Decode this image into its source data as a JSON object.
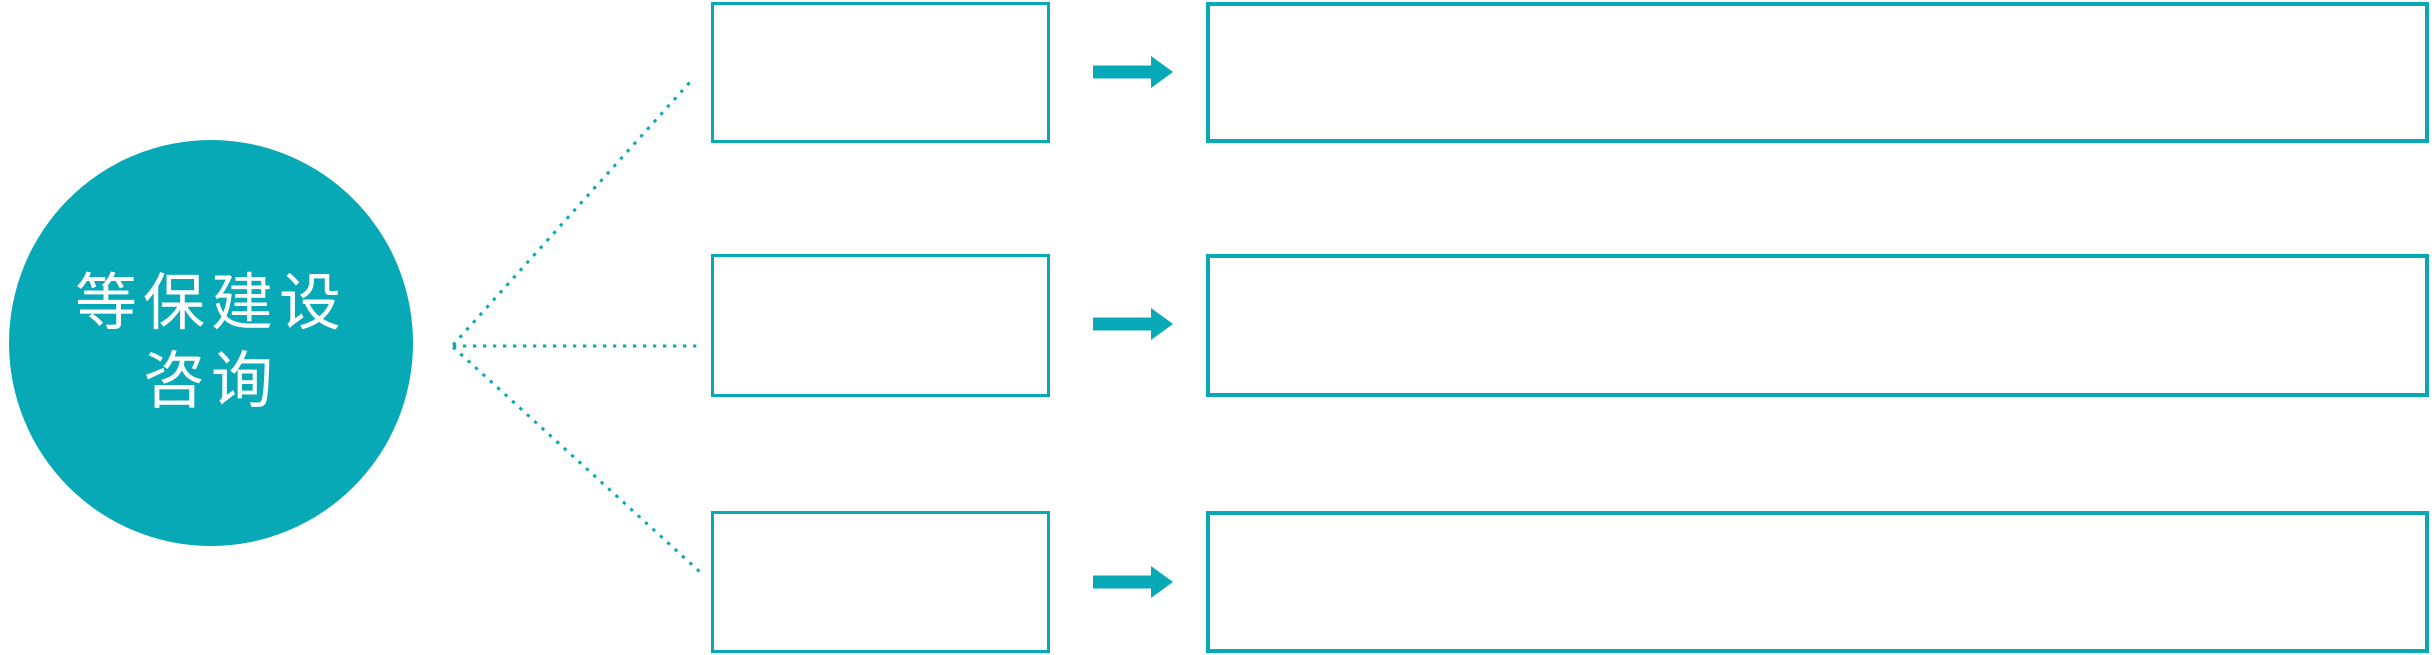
{
  "colors": {
    "accent": "#07A9B7",
    "background": "#FFFFFF",
    "text_on_accent": "#FFFFFF"
  },
  "center_node": {
    "label_line1": "等保建设",
    "label_line2": "咨询"
  },
  "icons": {
    "row_arrow": "arrow-right",
    "connector_style": "dotted-line"
  },
  "rows": [
    {
      "topic_label": "",
      "detail_label": ""
    },
    {
      "topic_label": "",
      "detail_label": ""
    },
    {
      "topic_label": "",
      "detail_label": ""
    }
  ]
}
